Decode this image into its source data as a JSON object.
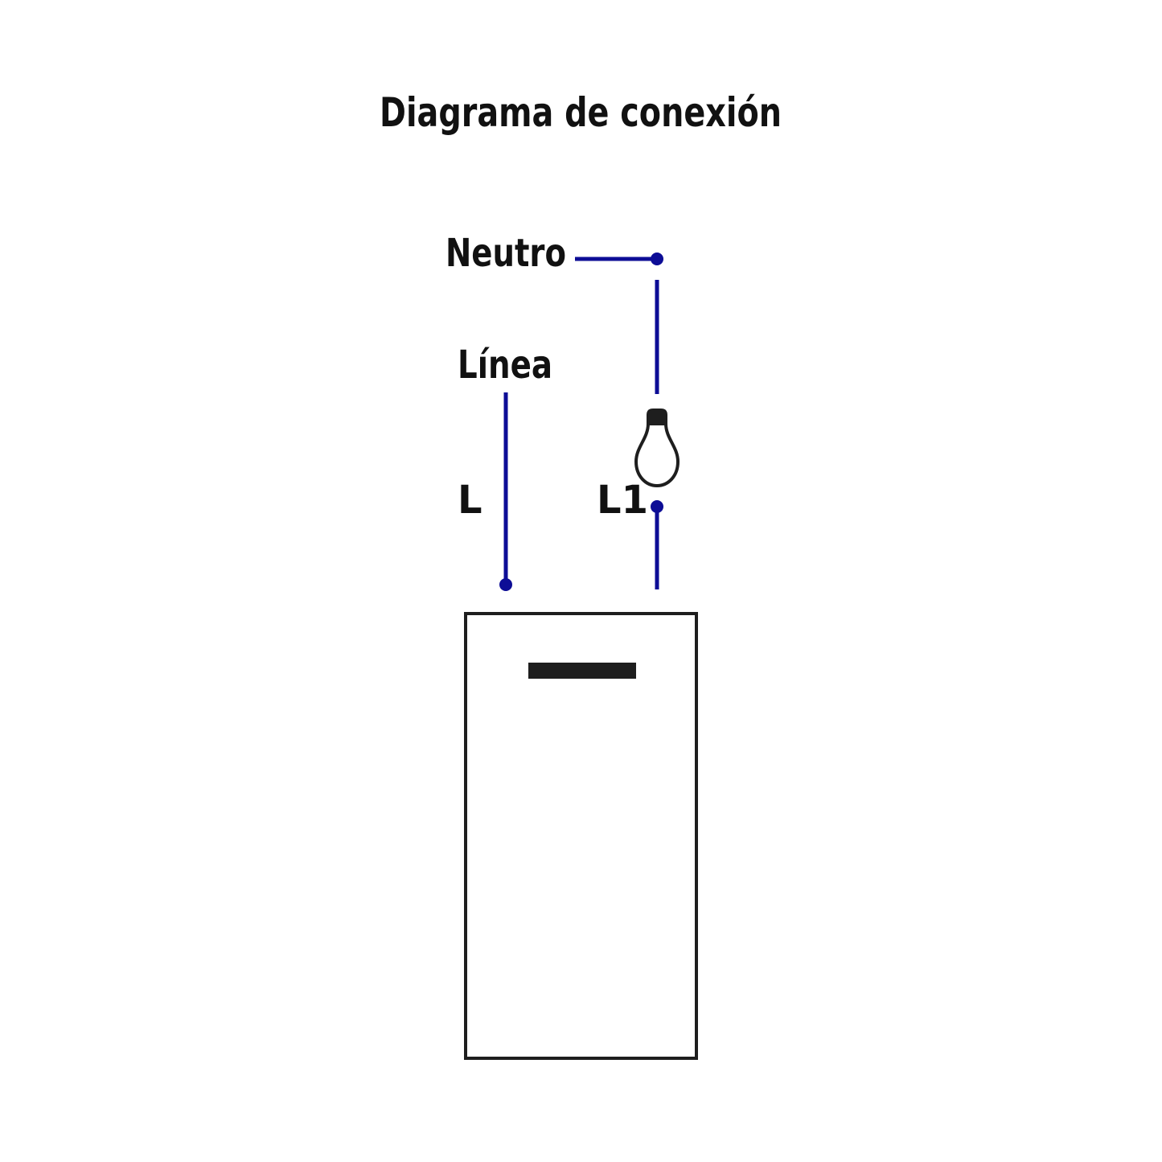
{
  "title": "Diagrama de conexión",
  "labels": {
    "neutral": "Neutro",
    "line": "Línea",
    "terminal_l": "L",
    "terminal_l1": "L1"
  },
  "colors": {
    "wire": "#0d0d96",
    "outline": "#1e1e1e",
    "background": "#ffffff"
  },
  "icons": {
    "lamp": "light-bulb-icon",
    "switch": "switch-plate"
  }
}
